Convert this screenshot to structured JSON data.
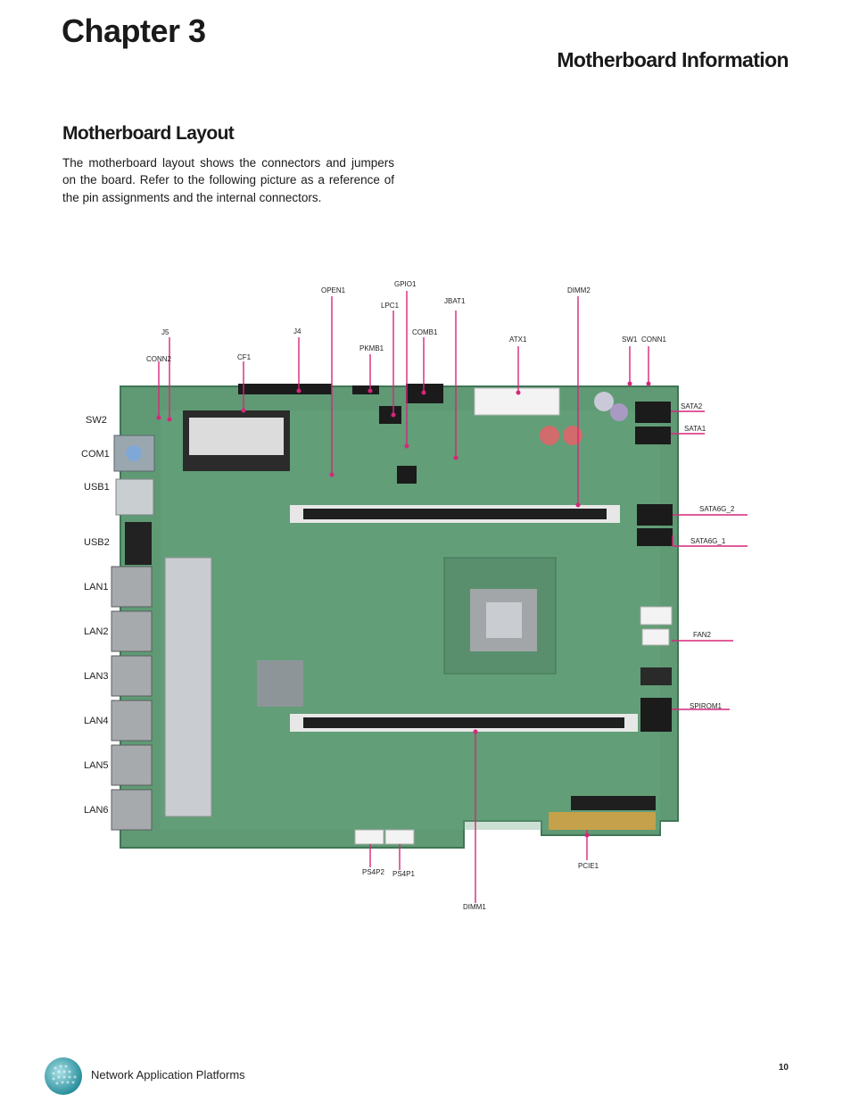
{
  "header": {
    "chapter": "Chapter 3",
    "section": "Motherboard Information"
  },
  "content": {
    "subtitle": "Motherboard Layout",
    "paragraph": "The motherboard layout shows the connectors and jumpers on the board. Refer to the following picture as a reference of the pin assignments and the internal connectors."
  },
  "labels": {
    "open1": "OPEN1",
    "gpio1": "GPIO1",
    "lpc1": "LPC1",
    "jbat1": "JBAT1",
    "dimm2": "DIMM2",
    "j5": "J5",
    "j4": "J4",
    "comb1": "COMB1",
    "pkmb1": "PKMB1",
    "atx1": "ATX1",
    "sw1": "SW1",
    "conn1": "CONN1",
    "conn2": "CONN2",
    "cf1": "CF1",
    "sata2": "SATA2",
    "sata1": "SATA1",
    "sata6g_2": "SATA6G_2",
    "sata6g_1": "SATA6G_1",
    "fan2": "FAN2",
    "spirom1": "SPIROM1",
    "ps4p2": "PS4P2",
    "ps4p1": "PS4P1",
    "pcie1": "PCIE1",
    "dimm1": "DIMM1",
    "sw2": "SW2",
    "com1": "COM1",
    "usb1": "USB1",
    "usb2": "USB2",
    "lan1": "LAN1",
    "lan2": "LAN2",
    "lan3": "LAN3",
    "lan4": "LAN4",
    "lan5": "LAN5",
    "lan6": "LAN6"
  },
  "colors": {
    "leader_line": "#d6277c",
    "board_green": "#5f9a74",
    "board_dark": "#3f7656"
  },
  "footer": {
    "product_line": "Network Application Platforms",
    "page_number": "10"
  }
}
